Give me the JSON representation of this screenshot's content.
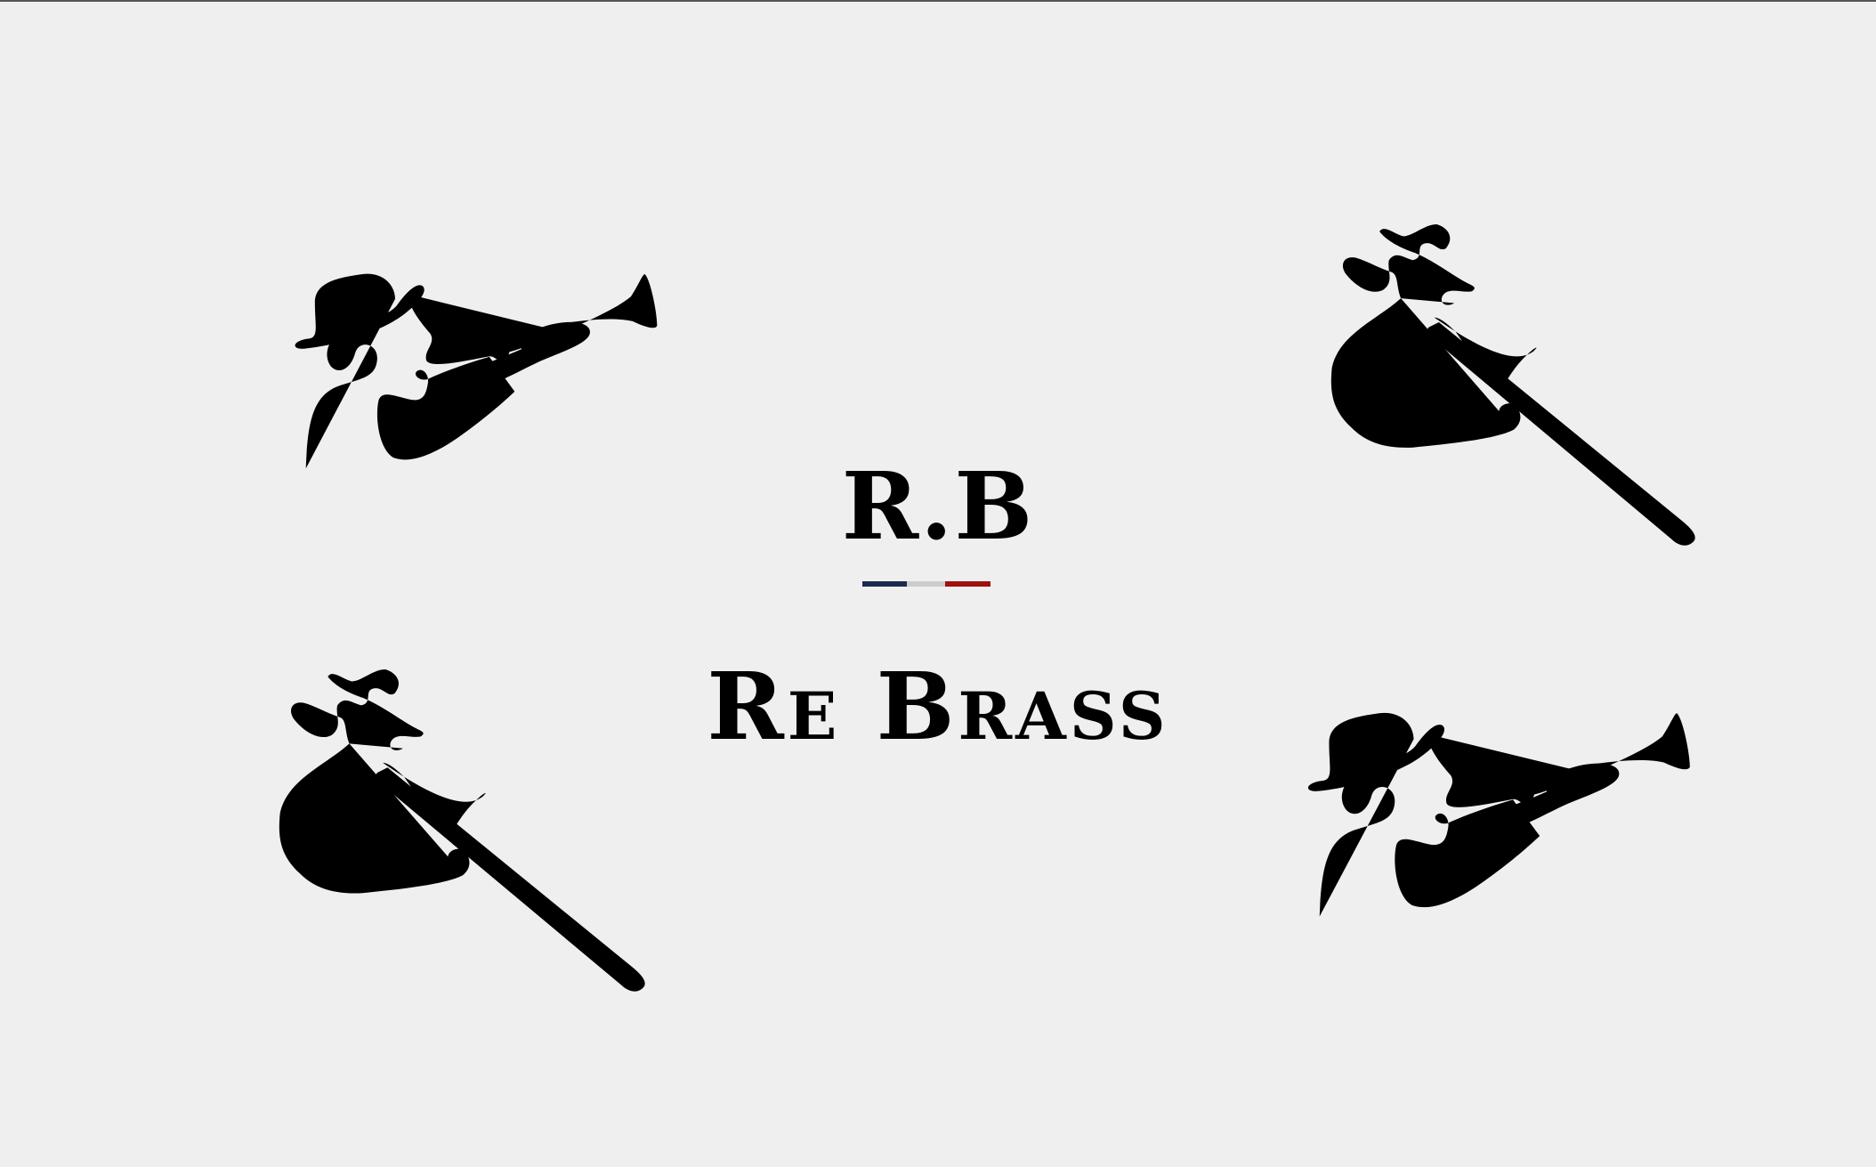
{
  "logo": {
    "monogram": "R.B",
    "name": "Re Brass",
    "flag_colors": [
      "#1b2a4e",
      "#cccccc",
      "#a11010"
    ]
  },
  "illustrations": [
    {
      "icon": "trumpet-player-line-art"
    },
    {
      "icon": "trombone-player-line-art"
    },
    {
      "icon": "trombone-player-line-art"
    },
    {
      "icon": "trumpet-player-line-art"
    }
  ],
  "line_color": "#1d5668"
}
